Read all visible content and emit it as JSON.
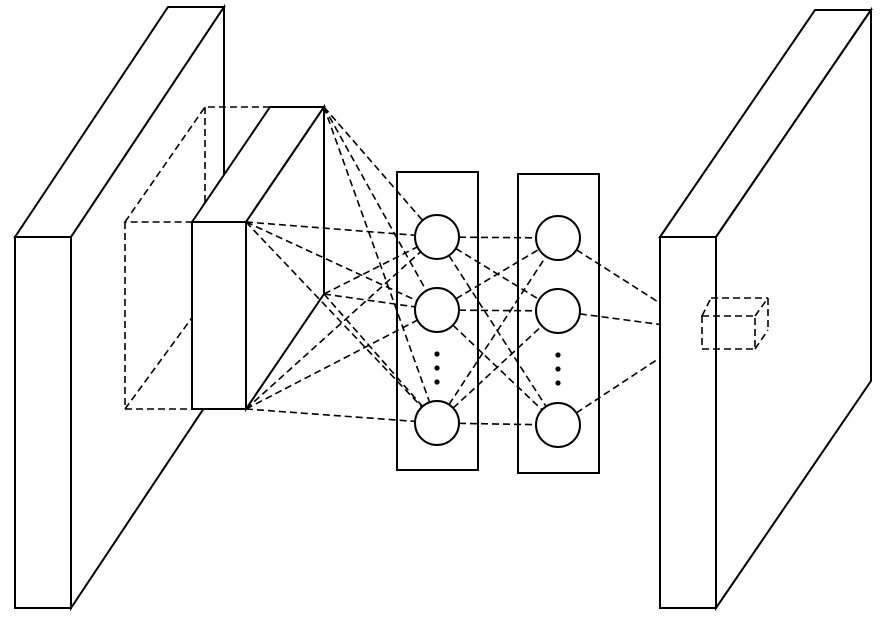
{
  "diagram": {
    "colors": {
      "stroke": "#000000",
      "fill": "#ffffff",
      "background": "#ffffff"
    },
    "components": [
      "input-feature-map",
      "receptive-field-window",
      "kernel-slab",
      "hidden-layer-1",
      "hidden-layer-2",
      "output-feature-map",
      "output-cell"
    ],
    "hidden_layers": [
      {
        "visible_nodes": 3,
        "ellipsis": true
      },
      {
        "visible_nodes": 3,
        "ellipsis": true
      }
    ]
  }
}
